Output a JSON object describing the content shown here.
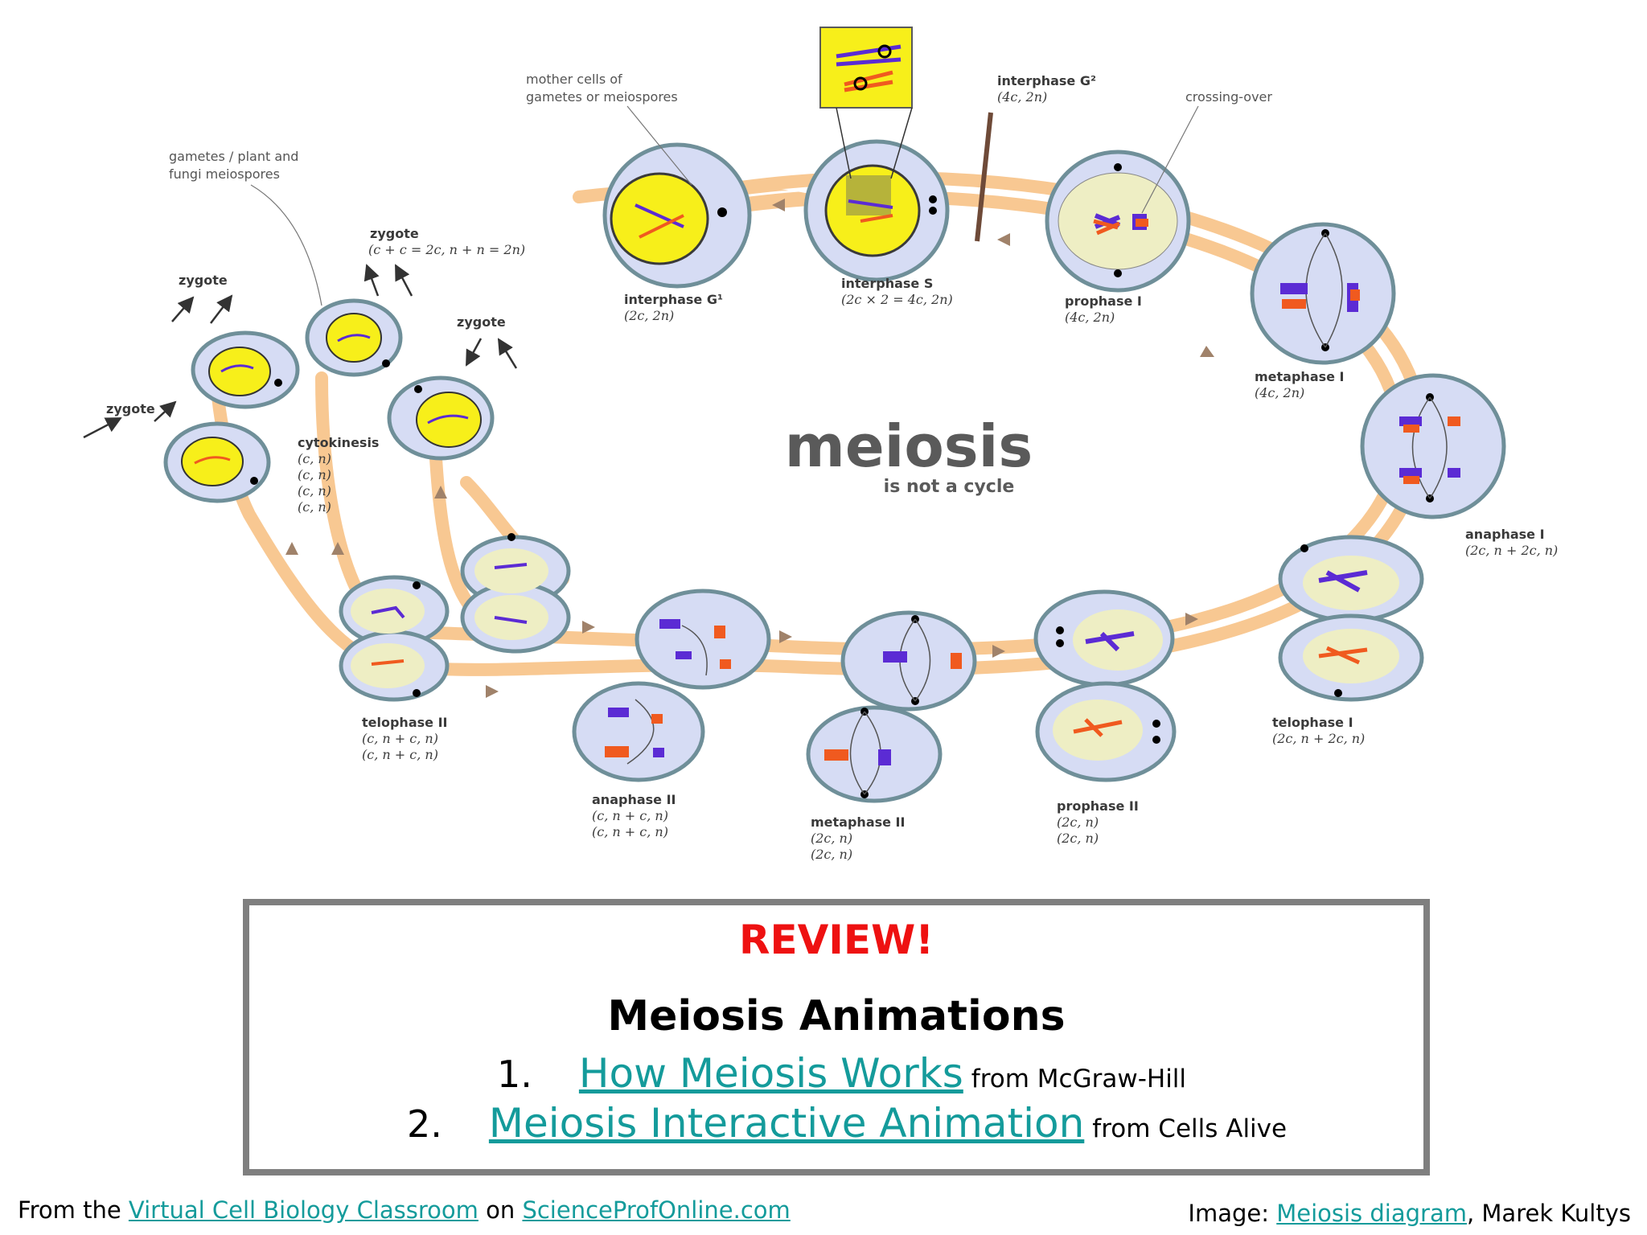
{
  "diagram": {
    "title": "meiosis",
    "subtitle": "is not a cycle",
    "annotations": {
      "mother_cells": [
        "mother cells of",
        "gametes or meiospores"
      ],
      "gametes": [
        "gametes / plant and",
        "fungi meiospores"
      ],
      "crossing_over": "crossing-over"
    },
    "stages": {
      "interphase_g1": {
        "name": "interphase G¹",
        "formula": "(2c, 2n)"
      },
      "interphase_s": {
        "name": "interphase S",
        "formula": "(2c × 2 = 4c, 2n)"
      },
      "interphase_g2": {
        "name": "interphase G²",
        "formula": "(4c, 2n)"
      },
      "prophase_1": {
        "name": "prophase I",
        "formula": "(4c, 2n)"
      },
      "metaphase_1": {
        "name": "metaphase I",
        "formula": "(4c, 2n)"
      },
      "anaphase_1": {
        "name": "anaphase I",
        "formula": "(2c, n + 2c, n)"
      },
      "telophase_1": {
        "name": "telophase I",
        "formula": "(2c, n + 2c, n)"
      },
      "prophase_2": {
        "name": "prophase II",
        "formula1": "(2c, n)",
        "formula2": "(2c, n)"
      },
      "metaphase_2": {
        "name": "metaphase II",
        "formula1": "(2c, n)",
        "formula2": "(2c, n)"
      },
      "anaphase_2": {
        "name": "anaphase II",
        "formula1": "(c, n + c, n)",
        "formula2": "(c, n + c, n)"
      },
      "telophase_2": {
        "name": "telophase II",
        "formula1": "(c, n + c, n)",
        "formula2": "(c, n + c, n)"
      },
      "cytokinesis": {
        "name": "cytokinesis",
        "f1": "(c, n)",
        "f2": "(c, n)",
        "f3": "(c, n)",
        "f4": "(c, n)"
      }
    },
    "zygote_label": "zygote",
    "zygote_formula": "(c + c = 2c, n + n = 2n)"
  },
  "review": {
    "title": "REVIEW!",
    "heading": "Meiosis Animations",
    "items": [
      {
        "number": "1.",
        "link": "How Meiosis Works",
        "source": "from McGraw-Hill"
      },
      {
        "number": "2.",
        "link": "Meiosis Interactive Animation",
        "source": "from Cells Alive"
      }
    ]
  },
  "footer": {
    "left_prefix": "From the",
    "left_link1": "Virtual Cell Biology Classroom",
    "left_mid": "on",
    "left_link2": "ScienceProfOnline.com",
    "right_prefix": "Image:",
    "right_link": "Meiosis diagram",
    "right_suffix": ", Marek Kultys"
  },
  "colors": {
    "track": "#f8c892",
    "cell_fill": "#d6dcf4",
    "cell_stroke": "#6f8f99",
    "nucleus": "#eeeec4",
    "yellow": "#f7ef1a",
    "chrom_purple": "#5b2bd4",
    "chrom_orange": "#f05a1f",
    "review_red": "#ee1111",
    "link_teal": "#149b9b"
  }
}
